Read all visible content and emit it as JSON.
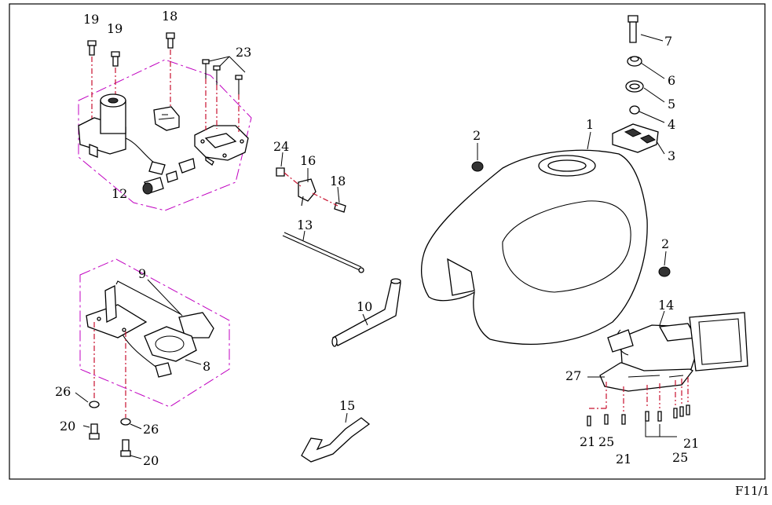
{
  "page_ref": "F11/1",
  "callouts": {
    "c1": "1",
    "c2a": "2",
    "c2b": "2",
    "c3": "3",
    "c4": "4",
    "c5": "5",
    "c6": "6",
    "c7": "7",
    "c8": "8",
    "c9": "9",
    "c10": "10",
    "c12": "12",
    "c13": "13",
    "c14": "14",
    "c15": "15",
    "c16": "16",
    "c18a": "18",
    "c18b": "18",
    "c19a": "19",
    "c19b": "19",
    "c20a": "20",
    "c20b": "20",
    "c21a": "21",
    "c21b": "21",
    "c21c": "21",
    "c23": "23",
    "c24": "24",
    "c25a": "25",
    "c25b": "25",
    "c26a": "26",
    "c26b": "26",
    "c27": "27"
  }
}
